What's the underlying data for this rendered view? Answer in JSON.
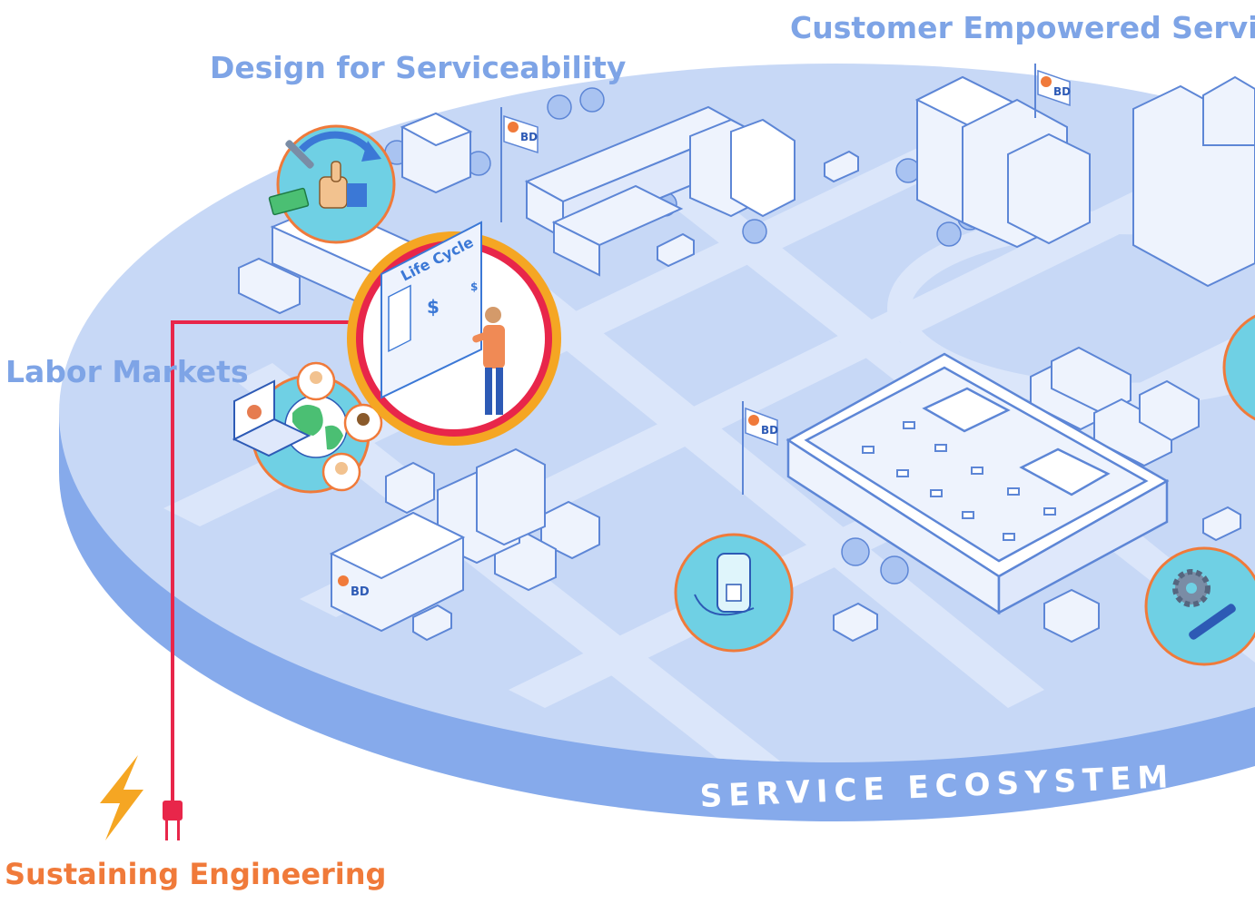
{
  "labels": {
    "customer_empowered_service": "Customer Empowered Service",
    "design_for_serviceability": "Design for Serviceability",
    "labor_markets": "Labor Markets",
    "sustaining_engineering": "Sustaining Engineering",
    "service_ecosystem": "SERVICE ECOSYSTEM"
  },
  "whiteboard": {
    "title": "Life Cycle",
    "currency_symbol": "$"
  },
  "brand": {
    "flag_text": "BD"
  },
  "colors": {
    "platform_top": "#c7d8f6",
    "platform_side": "#86aaeb",
    "road": "#dbe6fa",
    "label_blue": "#7ea4e6",
    "label_orange": "#f07a3a",
    "connector_red": "#e8264a",
    "ring_orange": "#f5a623",
    "icon_teal": "#6fd0e4",
    "building_line": "#5d86d6"
  }
}
